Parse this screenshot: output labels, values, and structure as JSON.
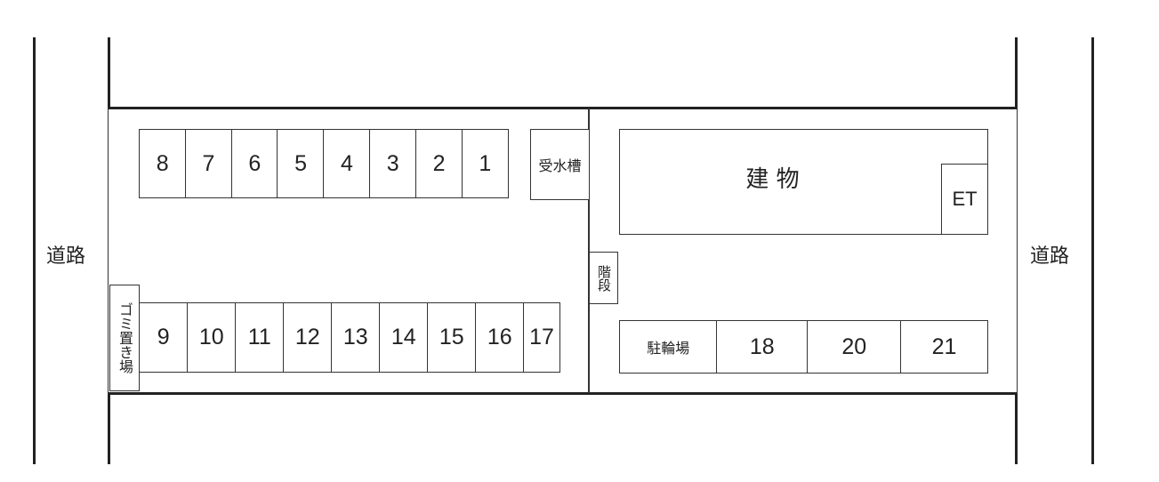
{
  "road_left": "道路",
  "road_right": "道路",
  "top_row_spaces": [
    "8",
    "7",
    "6",
    "5",
    "4",
    "3",
    "2",
    "1"
  ],
  "bottom_row_spaces": [
    "9",
    "10",
    "11",
    "12",
    "13",
    "14",
    "15",
    "16",
    "17"
  ],
  "water_tank": "受水槽",
  "building": "建 物",
  "elevator": "ET",
  "stairs": "階段",
  "garbage": "ゴミ置き場",
  "bicycle_parking": "駐輪場",
  "right_spaces": [
    "18",
    "20",
    "21"
  ]
}
